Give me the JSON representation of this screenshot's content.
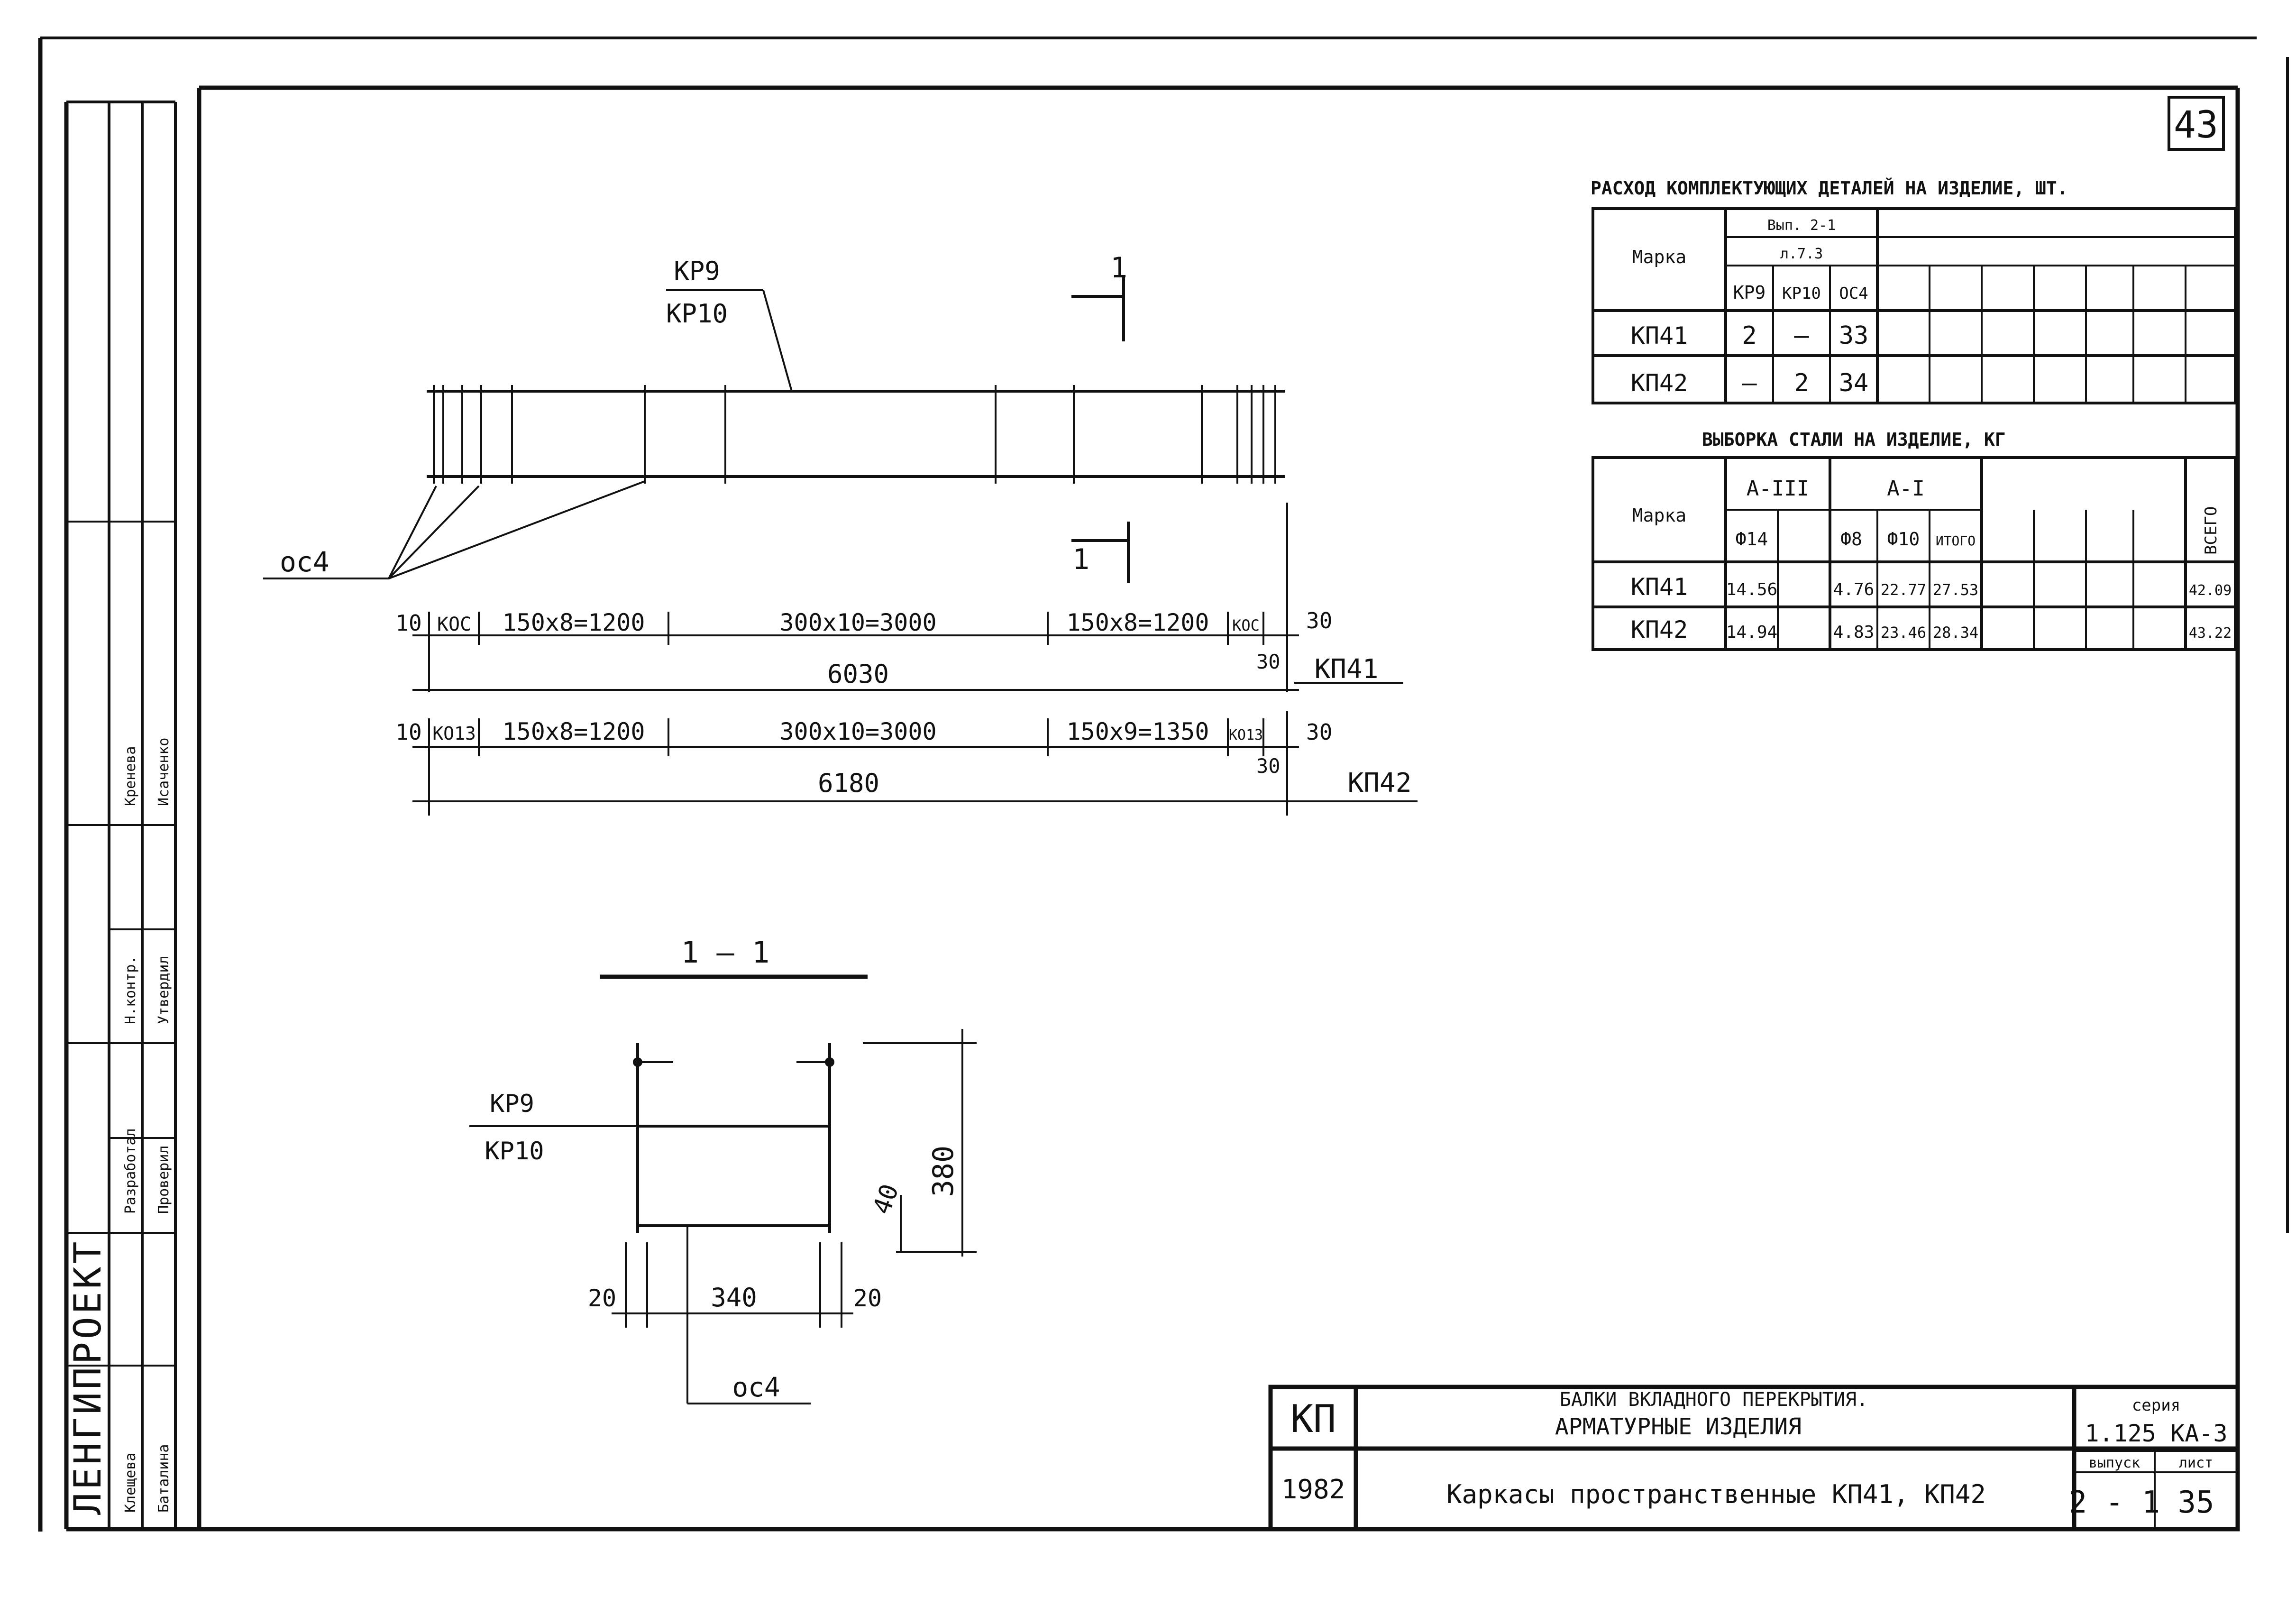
{
  "sheet": {
    "page_number": "43"
  },
  "plan": {
    "callout_top": [
      "КР9",
      "КР10"
    ],
    "section_mark": "1",
    "callout_left": "ос4",
    "kp41": {
      "dims": [
        "10",
        "КОС",
        "150x8=1200",
        "300x10=3000",
        "150x8=1200",
        "КОС",
        "30"
      ],
      "dim_30_lower": "30",
      "total": "6030",
      "mark": "КП41"
    },
    "kp42": {
      "dims": [
        "10",
        "КО13",
        "150x8=1200",
        "300x10=3000",
        "150x9=1350",
        "КО13",
        "30"
      ],
      "dim_30_lower": "30",
      "total": "6180",
      "mark": "КП42"
    }
  },
  "section": {
    "title": "1 — 1",
    "callout": [
      "КР9",
      "КР10"
    ],
    "dim_height": "380",
    "dim_offset": "40",
    "dim_left": "20",
    "dim_width": "340",
    "dim_right": "20",
    "bottom_callout": "ос4"
  },
  "parts_table": {
    "title": "РАСХОД КОМПЛЕКТУЮЩИХ ДЕТАЛЕЙ НА ИЗДЕЛИЕ, ШТ.",
    "mark_header": "Марка",
    "group_header_1": "Вып. 2-1",
    "group_header_2": "л.7.3",
    "columns": [
      "КР9",
      "КР10",
      "ОС4"
    ],
    "rows": [
      {
        "mark": "КП41",
        "values": [
          "2",
          "—",
          "33"
        ]
      },
      {
        "mark": "КП42",
        "values": [
          "—",
          "2",
          "34"
        ]
      }
    ]
  },
  "steel_table": {
    "title": "ВЫБОРКА СТАЛИ НА ИЗДЕЛИЕ, КГ",
    "mark_header": "Марка",
    "group_a3": "А-III",
    "group_a1": "А-I",
    "total_header": "ВСЕГО",
    "columns": [
      "Ф14",
      "",
      "Ф8",
      "Ф10",
      "ИТОГО"
    ],
    "rows": [
      {
        "mark": "КП41",
        "values": [
          "14.56",
          "",
          "4.76",
          "22.77",
          "27.53"
        ],
        "total": "42.09"
      },
      {
        "mark": "КП42",
        "values": [
          "14.94",
          "",
          "4.83",
          "23.46",
          "28.34"
        ],
        "total": "43.22"
      }
    ]
  },
  "left_strip": {
    "org": "ЛЕНГИПРОЕКТ",
    "role_labels": [
      "Разработал",
      "Проверил",
      "Н.контр.",
      "Утвердил"
    ],
    "names": [
      "Клещева",
      "Баталина",
      "Кренева",
      "Исаченко"
    ]
  },
  "title_block": {
    "code": "КП",
    "year": "1982",
    "subject_line_1": "БАЛКИ ВКЛАДНОГО ПЕРЕКРЫТИЯ.",
    "subject_line_2": "АРМАТУРНЫЕ ИЗДЕЛИЯ",
    "drawing_title": "Каркасы пространственные КП41, КП42",
    "series_label": "серия",
    "series_value": "1.125 КА-3",
    "issue_label": "выпуск",
    "issue_value": "2 - 1",
    "sheet_label": "лист",
    "sheet_value": "35"
  }
}
